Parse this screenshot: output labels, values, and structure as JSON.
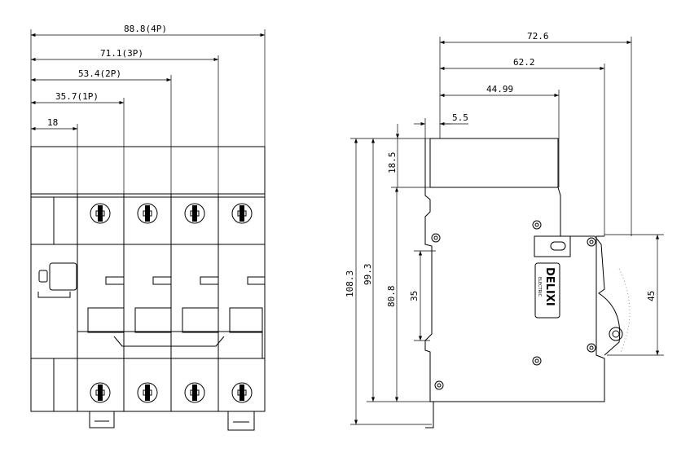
{
  "front_view": {
    "dimensions": [
      "88.8(4P)",
      "71.1(3P)",
      "53.4(2P)",
      "35.7(1P)",
      "18"
    ]
  },
  "side_view": {
    "horizontal_dimensions": [
      "72.6",
      "62.2",
      "44.99",
      "5.5"
    ],
    "vertical_dimensions": [
      "108.3",
      "99.3",
      "80.8",
      "18.5",
      "35",
      "45"
    ],
    "logo": {
      "brand": "DELIXI",
      "subtitle": "ELECTRIC"
    }
  }
}
